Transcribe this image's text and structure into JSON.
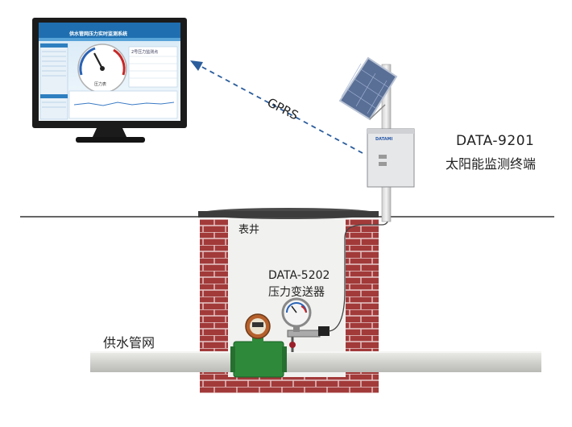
{
  "labels": {
    "device_name": "DATA-9201",
    "device_desc": "太阳能监测终端",
    "link": "GPRS",
    "well": "表井",
    "sensor_name": "DATA-5202",
    "sensor_desc": "压力变送器",
    "pipe": "供水管网"
  },
  "monitor": {
    "title": "供水管网压力实时监测系统",
    "gauge_label": "压力表",
    "panel_title": "2号压力监测点"
  },
  "box": {
    "brand": "DATAMI"
  },
  "colors": {
    "brick": "#a23a3a",
    "pipe": "#d9dad6",
    "meter": "#2e8a3a",
    "screen_blue": "#1f6fb0",
    "gprs_line": "#2b5d9c"
  }
}
